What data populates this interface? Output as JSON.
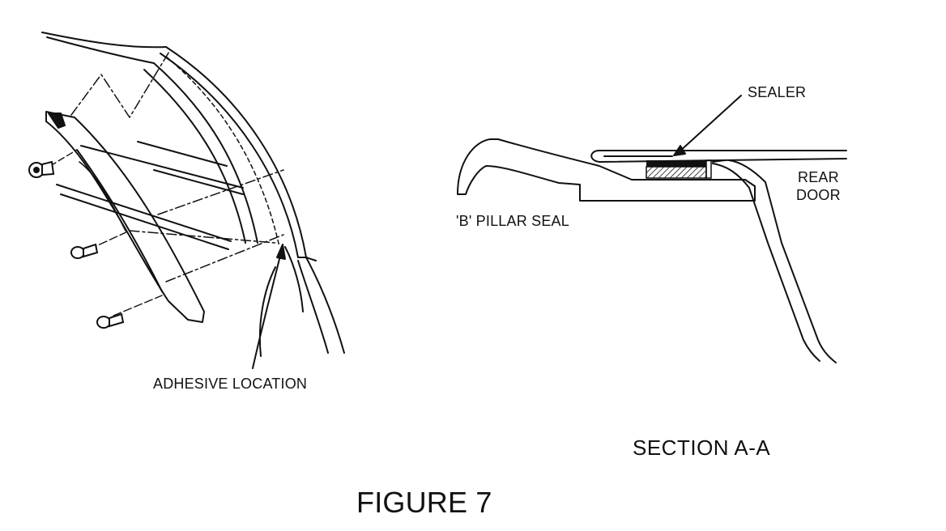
{
  "diagram": {
    "labels": {
      "adhesive_location": "ADHESIVE LOCATION",
      "sealer": "SEALER",
      "b_pillar_seal": "'B' PILLAR SEAL",
      "rear_door_line1": "REAR",
      "rear_door_line2": "DOOR",
      "section": "SECTION  A-A",
      "figure": "FIGURE 7"
    },
    "colors": {
      "ink": "#111111",
      "sealer_fill": "#111111",
      "background": "#ffffff"
    }
  }
}
